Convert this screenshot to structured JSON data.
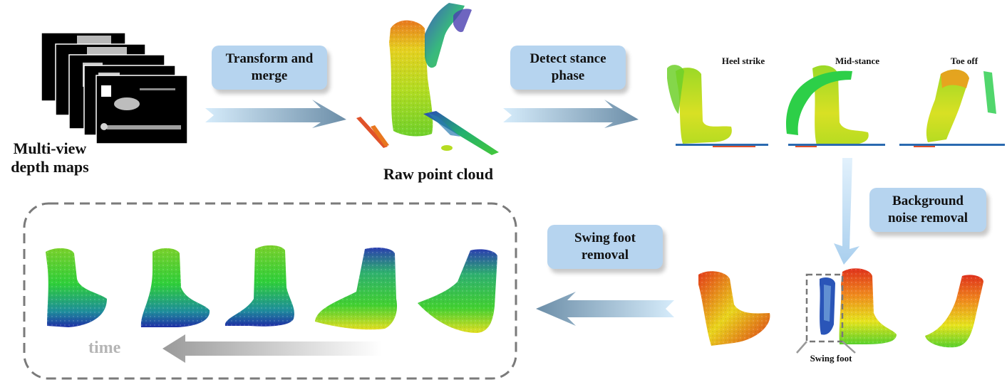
{
  "inputs": {
    "label": "Multi-view\ndepth maps"
  },
  "raw_cloud": {
    "label": "Raw point cloud"
  },
  "steps": {
    "transform": "Transform and\nmerge",
    "detect": "Detect stance\nphase",
    "background": "Background\nnoise removal",
    "swing": "Swing foot\nremoval"
  },
  "phases": [
    "Heel strike",
    "Mid-stance",
    "Toe off"
  ],
  "swing_label": "Swing foot",
  "time_label": "time",
  "colors": {
    "step_box": "#b6d4ef",
    "arrow_light": "#d8ecfb",
    "arrow_dark": "#6f8fa8",
    "cloud_red": "#e03a1a",
    "cloud_yellow": "#e8e020",
    "cloud_green": "#3ccc2a",
    "cloud_blue": "#1a3fa8"
  }
}
